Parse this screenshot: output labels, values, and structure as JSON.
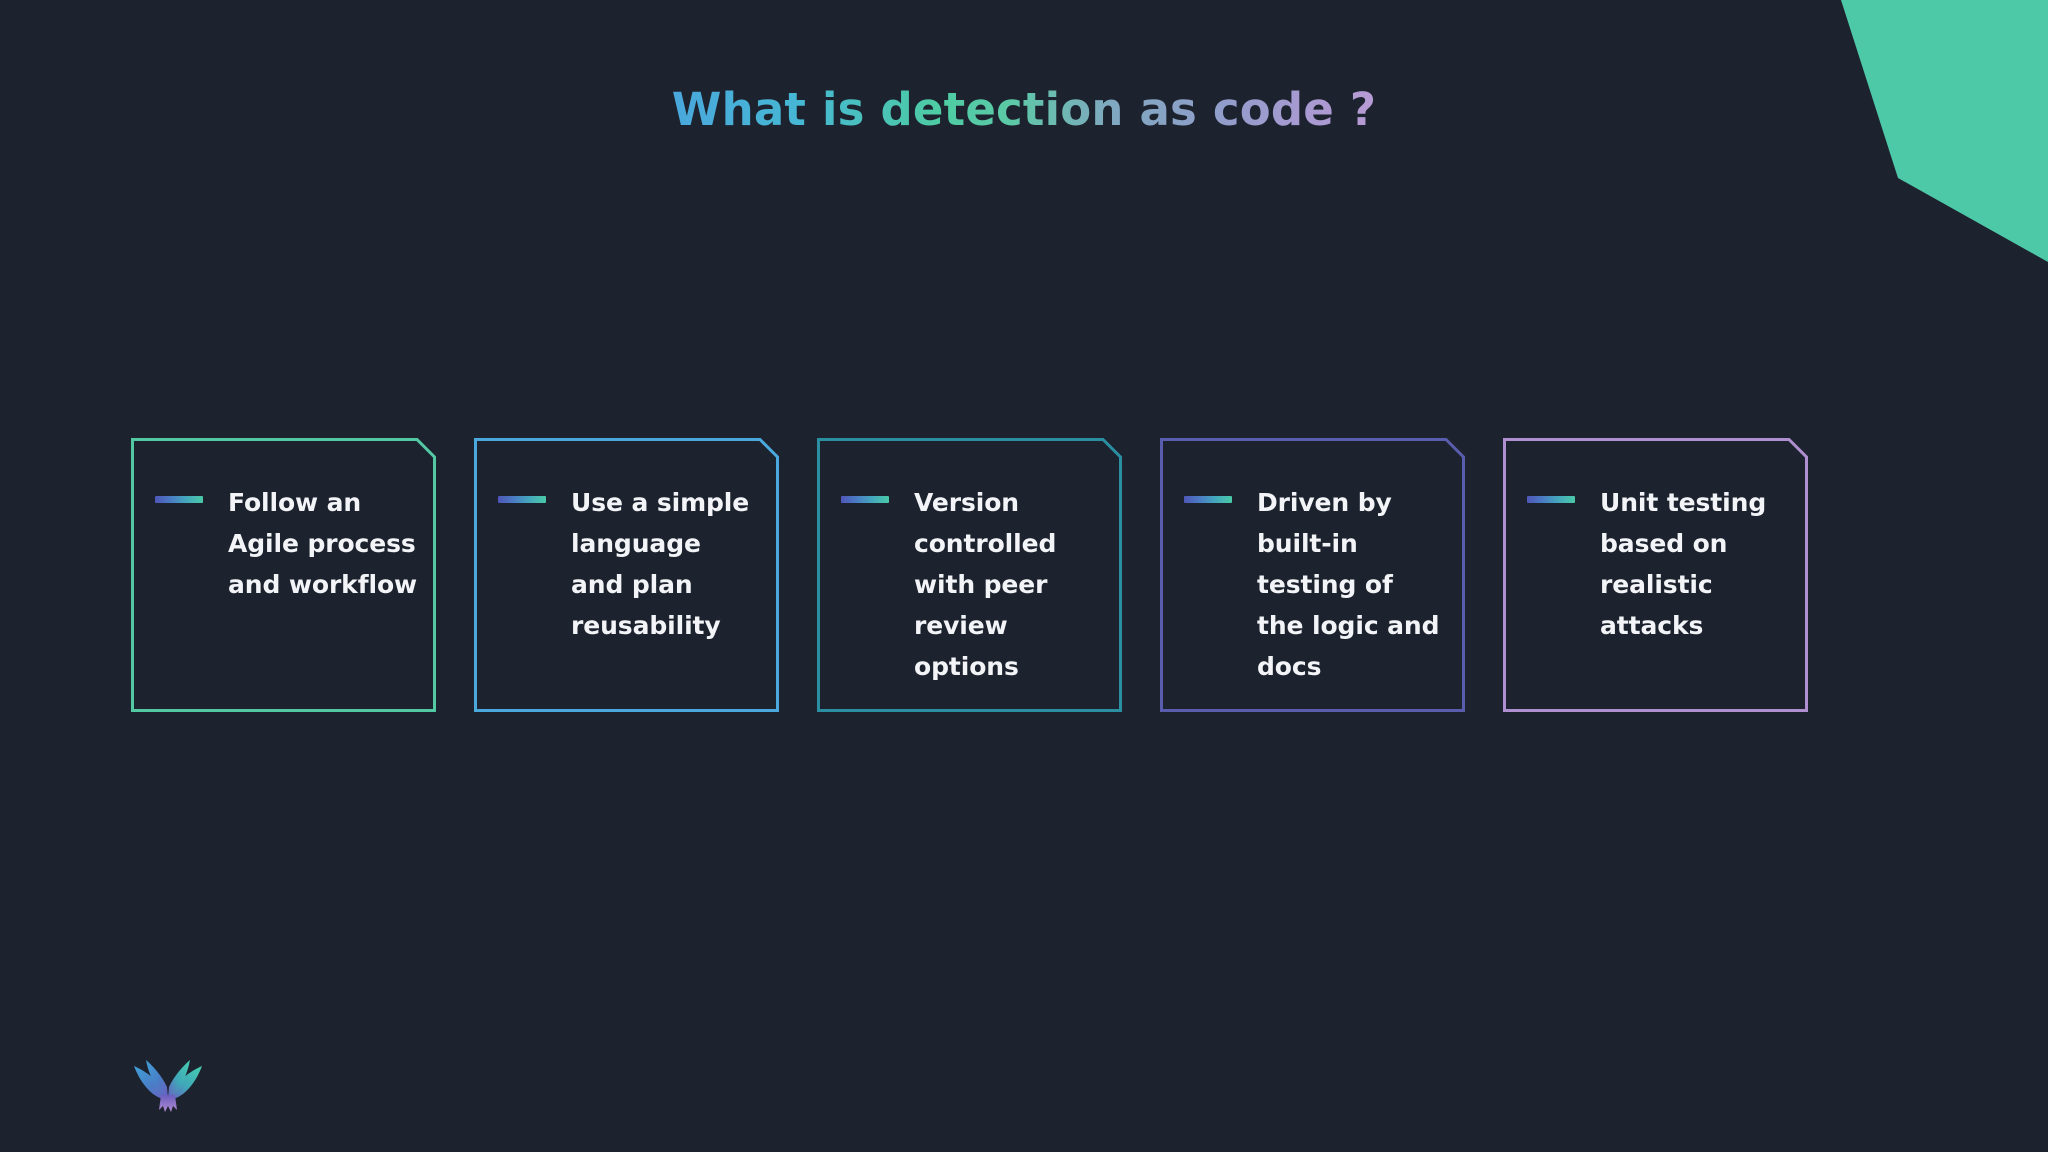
{
  "slide": {
    "background_color": "#1d232e",
    "title": "What is detection as code ?",
    "title_gradient": [
      "#4aa8dc",
      "#4ecca3",
      "#8e9ec9",
      "#b89bd4"
    ],
    "accent_shape_color": "#4ec9a8"
  },
  "cards": [
    {
      "index": 1,
      "text": "Follow an Agile process and workflow",
      "border_color": "#52c9a3",
      "dash_gradient": [
        "#4f56b8",
        "#4ac9a8"
      ]
    },
    {
      "index": 2,
      "text": "Use a simple language and plan reusability",
      "border_color": "#4aa8dc",
      "dash_gradient": [
        "#4f56b8",
        "#4ac9a8"
      ]
    },
    {
      "index": 3,
      "text": "Version controlled with peer review options",
      "border_color": "#2a8fa0",
      "dash_gradient": [
        "#4f56b8",
        "#4ac9a8"
      ]
    },
    {
      "index": 4,
      "text": "Driven by built-in testing of the logic and docs",
      "border_color": "#5a5cad",
      "dash_gradient": [
        "#4f56b8",
        "#4ac9a8"
      ]
    },
    {
      "index": 5,
      "text": "Unit testing based on realistic attacks",
      "border_color": "#b08fd0",
      "dash_gradient": [
        "#4f56b8",
        "#4ac9a8"
      ]
    }
  ],
  "logo": {
    "name": "wings-bird-logo",
    "gradient": [
      "#4aa8dc",
      "#4ec9a8",
      "#8e6fd0"
    ]
  }
}
